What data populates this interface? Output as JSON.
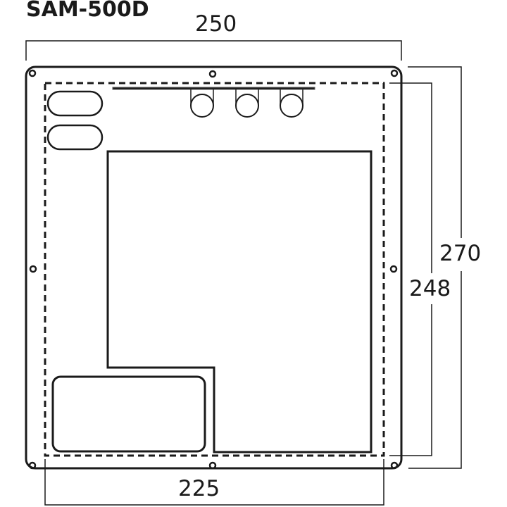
{
  "drawing": {
    "title": "SAM-500D",
    "colors": {
      "line": "#1a1a1a",
      "background": "#ffffff"
    },
    "dimensions": {
      "outer_width": "250",
      "inner_width": "225",
      "outer_height": "270",
      "inner_height": "248"
    },
    "features": {
      "screw_holes": 8,
      "oval_slots": 2,
      "round_connectors": 3,
      "main_cutout": "L-shaped window",
      "lower_left_cutout": "rounded rectangle"
    }
  }
}
